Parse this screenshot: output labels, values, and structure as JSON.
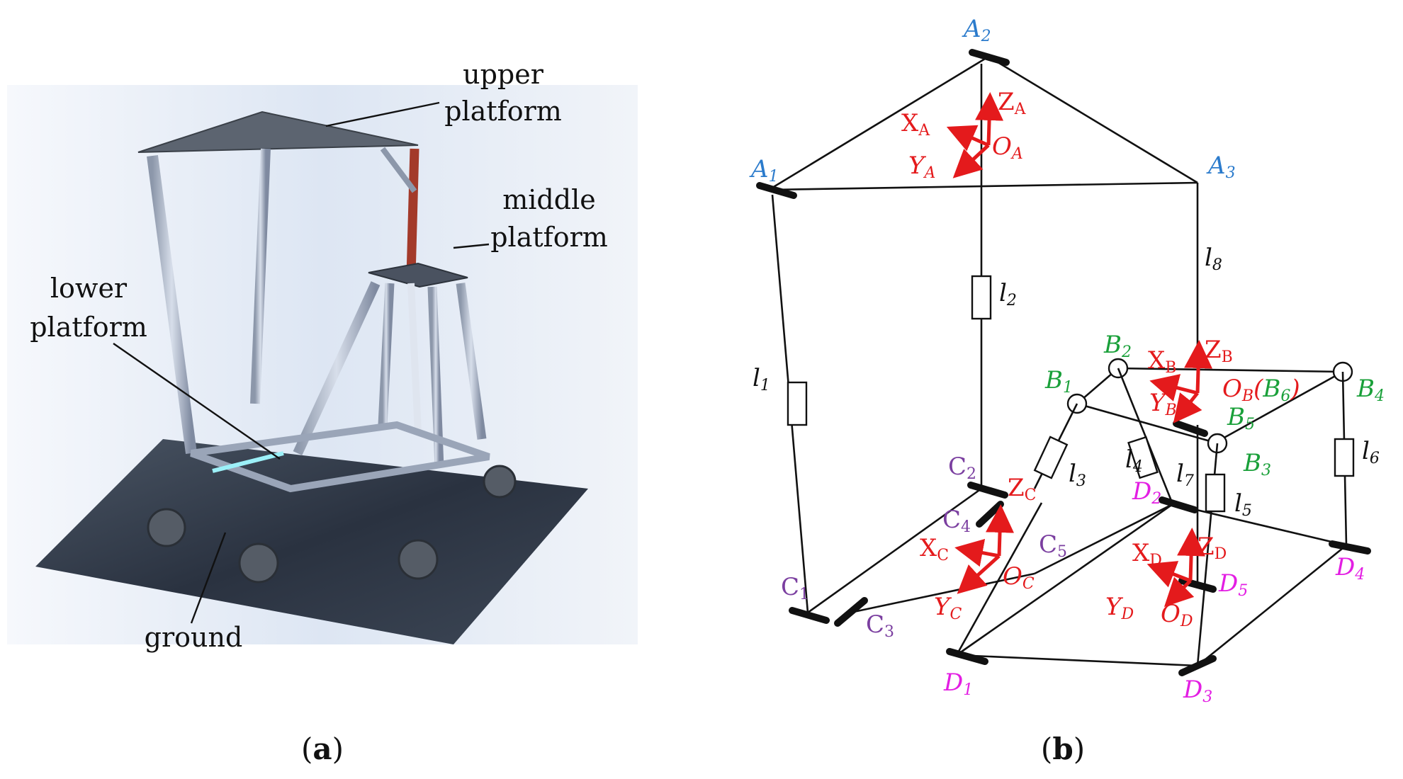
{
  "panel_a": {
    "labels": {
      "upper_platform": [
        "upper",
        "platform"
      ],
      "middle_platform": [
        "middle",
        "platform"
      ],
      "lower_platform": [
        "lower",
        "platform"
      ],
      "ground": "ground"
    },
    "caption": {
      "open": "(",
      "letter": "a",
      "close": ")"
    }
  },
  "panel_b": {
    "caption": {
      "open": "(",
      "letter": "b",
      "close": ")"
    },
    "points": {
      "A1": {
        "m": "A",
        "s": "1"
      },
      "A2": {
        "m": "A",
        "s": "2"
      },
      "A3": {
        "m": "A",
        "s": "3"
      },
      "B1": {
        "m": "B",
        "s": "1"
      },
      "B2": {
        "m": "B",
        "s": "2"
      },
      "B3": {
        "m": "B",
        "s": "3"
      },
      "B4": {
        "m": "B",
        "s": "4"
      },
      "B5": {
        "m": "B",
        "s": "5"
      },
      "C1": {
        "m": "C",
        "s": "1"
      },
      "C2": {
        "m": "C",
        "s": "2"
      },
      "C3": {
        "m": "C",
        "s": "3"
      },
      "C4": {
        "m": "C",
        "s": "4"
      },
      "C5": {
        "m": "C",
        "s": "5"
      },
      "D1": {
        "m": "D",
        "s": "1"
      },
      "D2": {
        "m": "D",
        "s": "2"
      },
      "D3": {
        "m": "D",
        "s": "3"
      },
      "D4": {
        "m": "D",
        "s": "4"
      },
      "D5": {
        "m": "D",
        "s": "5"
      }
    },
    "links": {
      "l1": {
        "m": "l",
        "s": "1"
      },
      "l2": {
        "m": "l",
        "s": "2"
      },
      "l3": {
        "m": "l",
        "s": "3"
      },
      "l4": {
        "m": "l",
        "s": "4"
      },
      "l5": {
        "m": "l",
        "s": "5"
      },
      "l6": {
        "m": "l",
        "s": "6"
      },
      "l7": {
        "m": "l",
        "s": "7"
      },
      "l8": {
        "m": "l",
        "s": "8"
      }
    },
    "frames": {
      "A": {
        "X": "X",
        "Y": "Y",
        "Z": "Z",
        "O": "O",
        "s": "A"
      },
      "B": {
        "X": "X",
        "Y": "Y",
        "Z": "Z",
        "O": "O",
        "s": "B",
        "extra_open": "(",
        "extra_m": "B",
        "extra_s": "6",
        "extra_close": ")"
      },
      "C": {
        "X": "X",
        "Y": "Y",
        "Z": "Z",
        "O": "O",
        "s": "C"
      },
      "D": {
        "X": "X",
        "Y": "Y",
        "Z": "Z",
        "O": "O",
        "s": "D"
      }
    },
    "colors": {
      "A": "#2b7bcc",
      "B": "#1aa03a",
      "C": "#7b3fa0",
      "D": "#e31ee3",
      "frame": "#e41a1c"
    }
  }
}
